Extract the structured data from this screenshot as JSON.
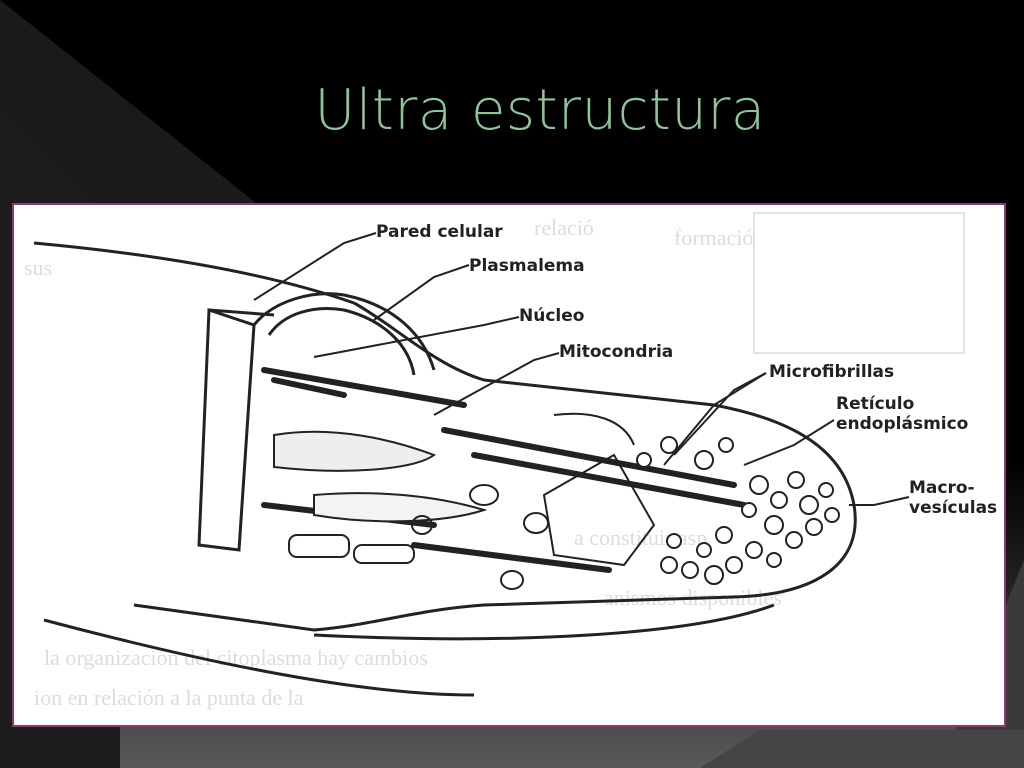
{
  "slide": {
    "title": "Ultra estructura"
  },
  "diagram": {
    "labels": {
      "pared_celular": "Pared celular",
      "plasmalema": "Plasmalema",
      "nucleo": "Núcleo",
      "mitocondria": "Mitocondria",
      "microfibrillas": "Microfibrillas",
      "reticulo_line1": "Retículo",
      "reticulo_line2": "endoplásmico",
      "macro_line1": "Macro-",
      "macro_line2": "vesículas"
    }
  },
  "colors": {
    "title": "#8fc49a",
    "frame_border": "#8a3b6c",
    "ink": "#222222"
  }
}
